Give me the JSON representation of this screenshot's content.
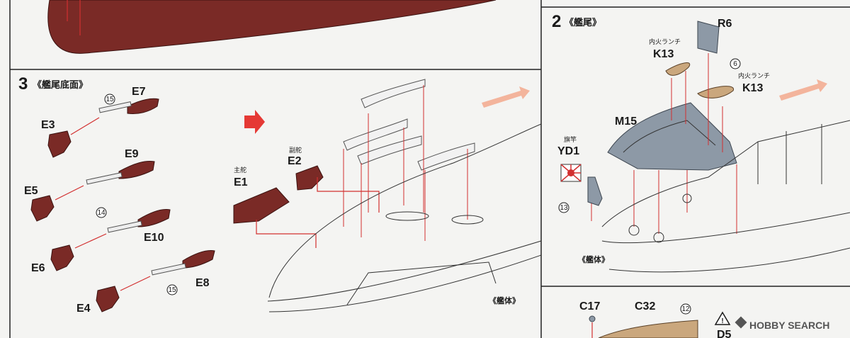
{
  "step3": {
    "number": "3",
    "title": "《艦尾底面》"
  },
  "step2": {
    "number": "2",
    "title": "《艦尾》"
  },
  "parts": {
    "e7": "E7",
    "e3": "E3",
    "e9": "E9",
    "e5": "E5",
    "e10": "E10",
    "e6": "E6",
    "e8": "E8",
    "e4": "E4",
    "e1": "E1",
    "e1_note": "主舵",
    "e2": "E2",
    "e2_note": "副舵",
    "r6": "R6",
    "k13a": "K13",
    "k13a_note": "内火ランチ",
    "k13b": "K13",
    "k13b_note": "内火ランチ",
    "m15": "M15",
    "yd1": "YD1",
    "yd1_note": "旗竿",
    "c17": "C17",
    "c32": "C32",
    "d5": "D5"
  },
  "circled": {
    "n15a": "15",
    "n14": "14",
    "n15b": "15",
    "n6": "6",
    "n13": "13",
    "n12": "12"
  },
  "hull_labels": {
    "step3": "《艦体》",
    "step2": "《艦体》"
  },
  "watermark": "HOBBY SEARCH",
  "colors": {
    "part_red": "#7a2a26",
    "part_grey": "#8d99a6",
    "part_wood": "#caa77d",
    "arrow": "#d23030",
    "direction_arrow": "#f3b49c"
  }
}
